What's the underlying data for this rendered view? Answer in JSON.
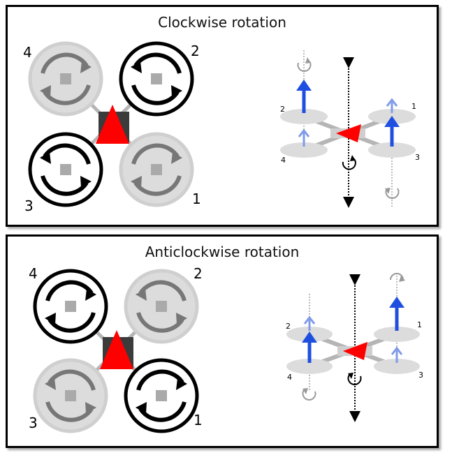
{
  "panels": [
    {
      "title": "Clockwise rotation",
      "rotors": [
        {
          "label": "4",
          "spin": "cw",
          "active": false
        },
        {
          "label": "2",
          "spin": "ccw",
          "active": true
        },
        {
          "label": "3",
          "spin": "ccw",
          "active": true
        },
        {
          "label": "1",
          "spin": "cw",
          "active": false
        }
      ],
      "side_labels": {
        "back_top": "2",
        "back_bottom": "4",
        "front_top": "1",
        "front_bottom": "3"
      }
    },
    {
      "title": "Anticlockwise rotation",
      "rotors": [
        {
          "label": "4",
          "spin": "cw",
          "active": true
        },
        {
          "label": "2",
          "spin": "ccw",
          "active": false
        },
        {
          "label": "3",
          "spin": "ccw",
          "active": false
        },
        {
          "label": "1",
          "spin": "cw",
          "active": true
        }
      ],
      "side_labels": {
        "back_top": "2",
        "back_bottom": "4",
        "front_top": "1",
        "front_bottom": "3"
      }
    }
  ],
  "colors": {
    "thrust_strong": "#1f4fe0",
    "thrust_weak": "#7f9ae8",
    "nose": "#ff0000",
    "body": "#3b3b3b",
    "rotor_fill": "#dcdcdc",
    "arm": "#b5b5b5"
  }
}
